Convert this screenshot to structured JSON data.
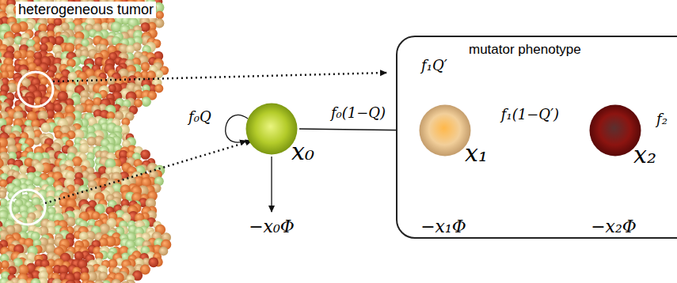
{
  "diagram": {
    "nodes": [
      {
        "text": [
          "x₀"
        ]
      },
      {
        "text": [
          "mutator phenotype"
        ]
      },
      {
        "text": [
          "x₁"
        ],
        "in": 1
      },
      {
        "text": [
          "x₂"
        ],
        "in": 1
      }
    ],
    "edges": [
      {
        "from": 0,
        "to": 2,
        "arrow": "to",
        "label": "f₀(1−Q)"
      },
      {
        "from": 2,
        "to": 3,
        "arrow": "to",
        "label": "f₁(1−Q′)"
      }
    ],
    "labels": [
      "heterogeneous tumor",
      "f₀Q",
      "f₁Q′",
      "f₂",
      "−x₀Φ",
      "−x₁Φ",
      "−x₂Φ"
    ]
  }
}
